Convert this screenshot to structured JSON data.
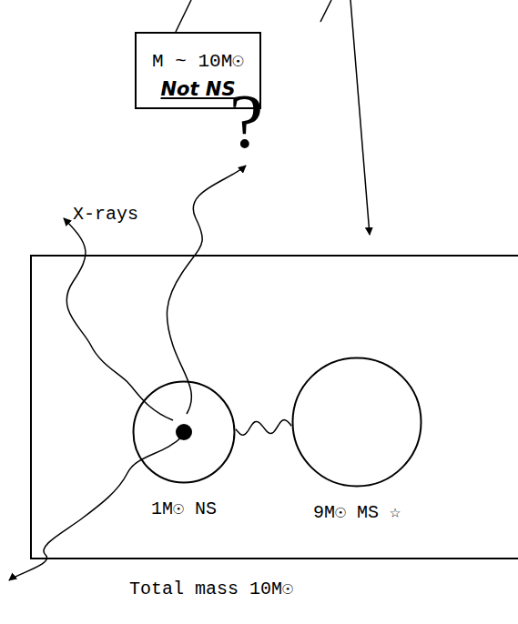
{
  "diagram": {
    "nodes": [
      {
        "text": [
          "M ~ 10M☉",
          "Not NS"
        ]
      },
      {
        "text": [
          "Total mass 10M☉"
        ]
      },
      {
        "text": [
          "1M☉ NS"
        ],
        "in": 1
      },
      {
        "text": [
          "9M☉ MS ☆"
        ],
        "in": 1
      }
    ],
    "edges": [
      {
        "from": 3,
        "to": 2,
        "arrow": "none"
      }
    ],
    "labels": [
      "X-rays",
      "?"
    ]
  }
}
